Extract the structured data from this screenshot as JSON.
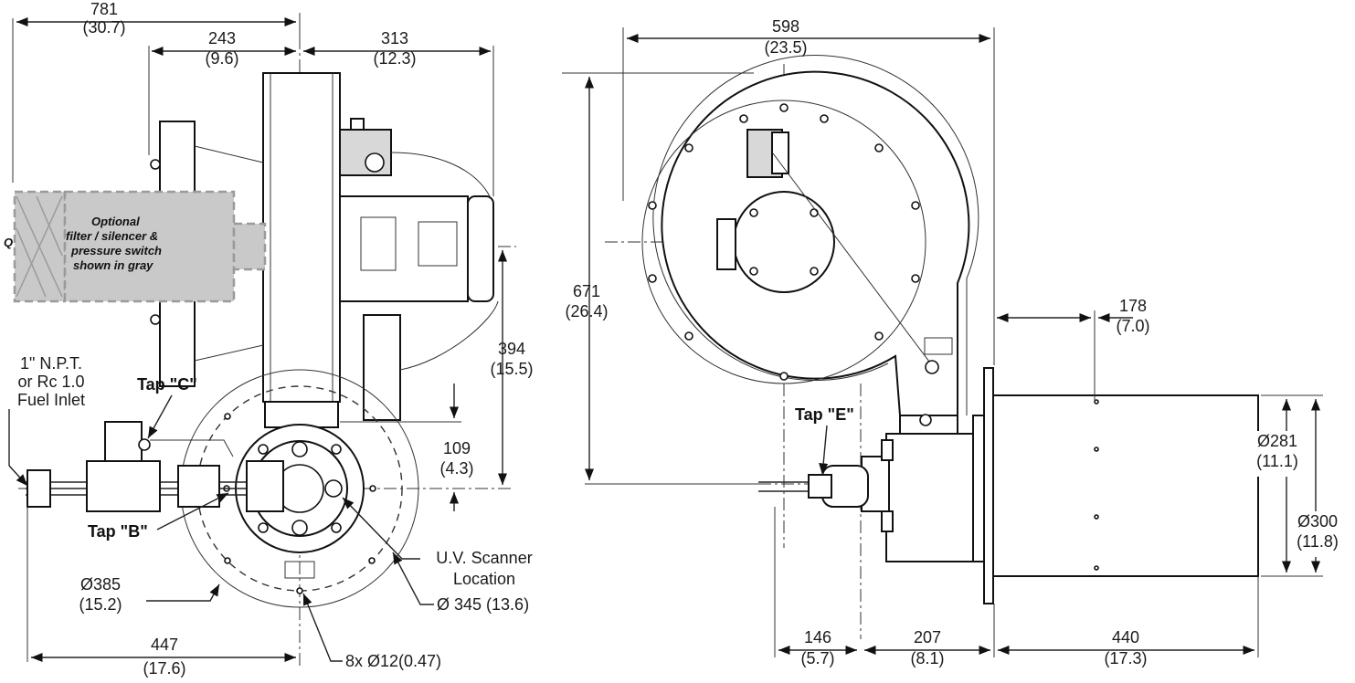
{
  "left_view": {
    "dims": {
      "d781": {
        "mm": "781",
        "in": "(30.7)"
      },
      "d243": {
        "mm": "243",
        "in": "(9.6)"
      },
      "d313": {
        "mm": "313",
        "in": "(12.3)"
      },
      "d394": {
        "mm": "394",
        "in": "(15.5)"
      },
      "d109": {
        "mm": "109",
        "in": "(4.3)"
      },
      "d447": {
        "mm": "447",
        "in": "(17.6)"
      },
      "d385": {
        "mm": "Ø385",
        "in": "(15.2)"
      },
      "d345": "Ø 345 (13.6)",
      "holes": "8x Ø12(0.47)"
    },
    "fuel_inlet": [
      "1\" N.P.T.",
      "or Rc 1.0",
      "Fuel Inlet"
    ],
    "tap_c": "Tap \"C\"",
    "tap_b": "Tap \"B\"",
    "uv_scanner": [
      "U.V. Scanner",
      "Location"
    ],
    "optional_note": [
      "Optional",
      "filter / silencer &",
      "pressure switch",
      "shown in gray"
    ],
    "bottom_tag": "Q"
  },
  "right_view": {
    "dims": {
      "d598": {
        "mm": "598",
        "in": "(23.5)"
      },
      "d671": {
        "mm": "671",
        "in": "(26.4)"
      },
      "d178": {
        "mm": "178",
        "in": "(7.0)"
      },
      "d281": {
        "mm": "Ø281",
        "in": "(11.1)"
      },
      "d300": {
        "mm": "Ø300",
        "in": "(11.8)"
      },
      "d146": {
        "mm": "146",
        "in": "(5.7)"
      },
      "d207": {
        "mm": "207",
        "in": "(8.1)"
      },
      "d440": {
        "mm": "440",
        "in": "(17.3)"
      }
    },
    "tap_e": "Tap \"E\""
  }
}
